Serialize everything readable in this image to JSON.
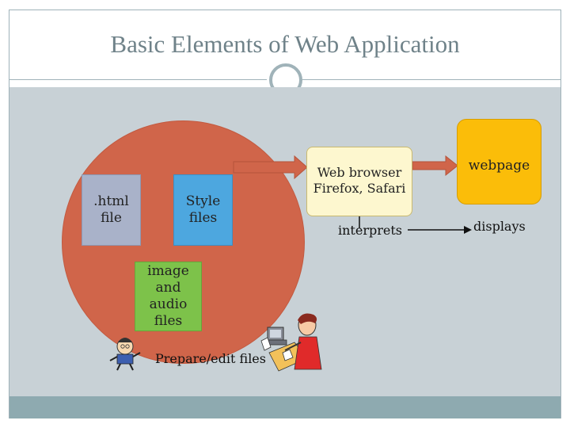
{
  "slide": {
    "title": "Basic Elements of Web Application"
  },
  "diagram": {
    "html_file": ".html\nfile",
    "style_files": "Style\nfiles",
    "media_files": "image\nand\naudio\nfiles",
    "prepare_label": "Prepare/edit files",
    "browser": "Web browser\nFirefox, Safari",
    "interprets": "interprets",
    "webpage": "webpage",
    "displays": "displays"
  },
  "colors": {
    "circle": "#d0654a",
    "html_box": "#a9b2c9",
    "style_box": "#4da7df",
    "media_box": "#7dc24a",
    "browser_box": "#fdf7cf",
    "webpage_box": "#fbbd09",
    "content_bg": "#c8d1d6"
  },
  "icons": {
    "person_left": "cartoon-person-icon",
    "person_right": "person-at-computer-icon"
  }
}
